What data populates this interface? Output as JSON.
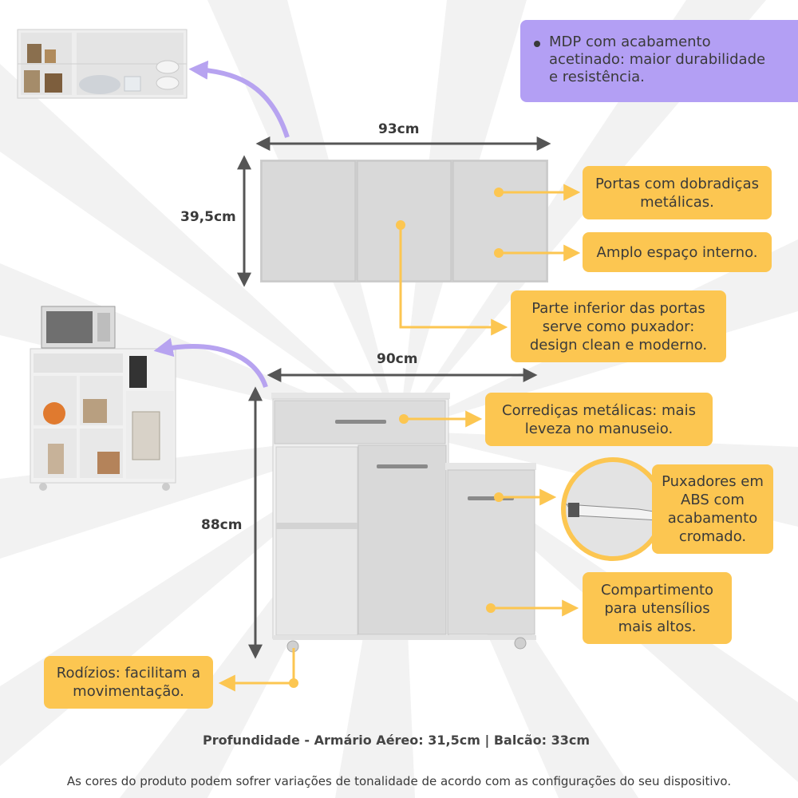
{
  "colors": {
    "callout": "#fcc651",
    "purple": "#b39ff4",
    "arrow_purple": "#b7a3f0",
    "cabinet": "#d9d9d9",
    "cabinet_edge": "#bdbdbd",
    "dimension_line": "#555555"
  },
  "top_feature": {
    "text": "MDP com acabamento\nacetinado: maior durabilidade\ne resistência."
  },
  "dimensions": {
    "upper_width": "93cm",
    "upper_height": "39,5cm",
    "lower_width": "90cm",
    "lower_height": "88cm"
  },
  "callouts": {
    "hinges": "Portas com dobradiças\nmetálicas.",
    "internal_space": "Amplo espaço interno.",
    "door_handle": "Parte inferior das portas\nserve como puxador:\ndesign clean e moderno.",
    "slides": "Corrediças metálicas: mais\nleveza no manuseio.",
    "abs_handles": "Puxadores em\nABS com\nacabamento\ncromado.",
    "compartment": "Compartimento\npara utensílios\nmais altos.",
    "casters": "Rodízios: facilitam a\nmovimentação."
  },
  "footer": {
    "depth": "Profundidade - Armário Aéreo: 31,5cm | Balcão:  33cm",
    "note": "As cores do produto podem sofrer variações de tonalidade de acordo com as configurações do seu dispositivo."
  }
}
